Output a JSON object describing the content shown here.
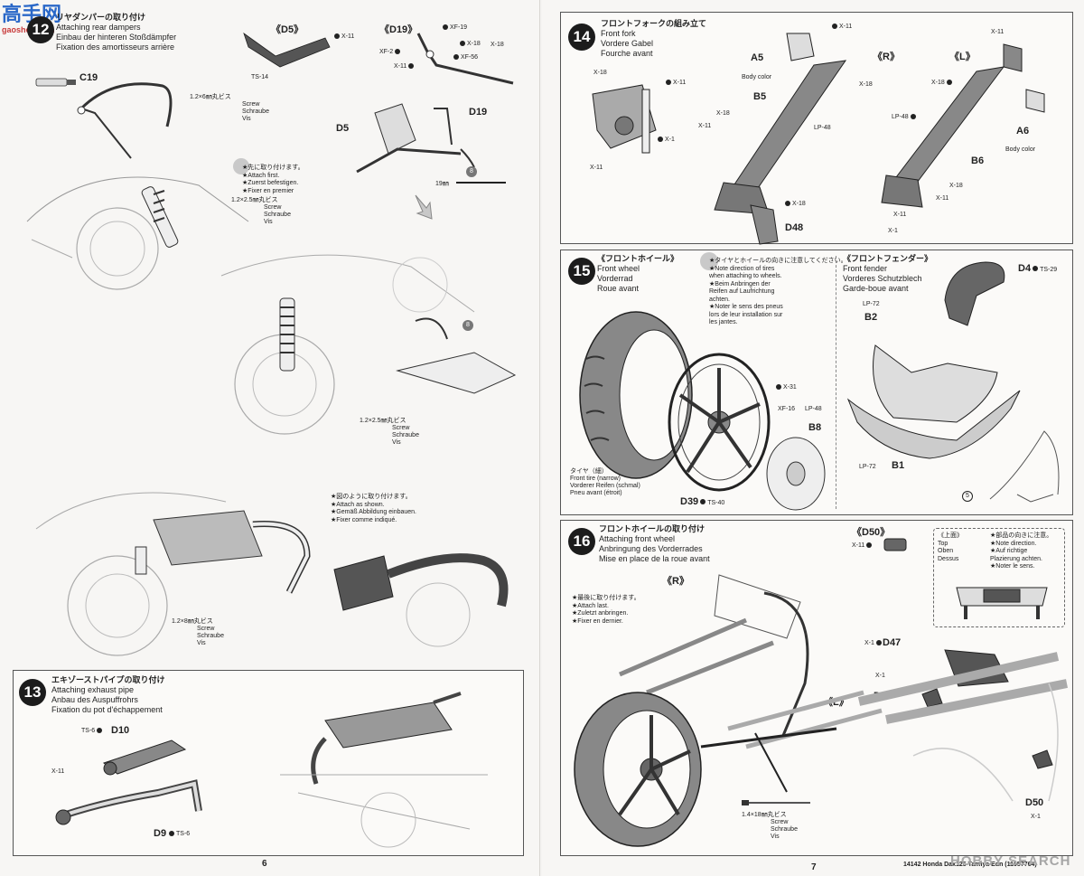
{
  "watermark_top": {
    "title": "高手网",
    "sub": "gaoshou.com"
  },
  "watermark_bottom": "HOBBY SEARCH",
  "left_page": {
    "number": "6",
    "step12": {
      "title_jp": "リヤダンパーの取り付け",
      "title_en": "Attaching rear dampers",
      "title_de": "Einbau der hinteren Stoßdämpfer",
      "title_fr": "Fixation des amortisseurs arrière",
      "parts": {
        "c19": "C19",
        "d5_group": "《D5》",
        "d19_group": "《D19》",
        "d5": "D5",
        "d19": "D19",
        "ts14": "TS-14",
        "x11": "X-11",
        "xf2": "XF-2",
        "xf19": "XF-19",
        "xf56": "XF-56",
        "x18": "X-18"
      },
      "screw1": {
        "jp": "1.2×6㎜丸ビス",
        "en": "Screw",
        "de": "Schraube",
        "fr": "Vis"
      },
      "screw2": {
        "jp": "1.2×2.5㎜丸ビス",
        "en": "Screw",
        "de": "Schraube",
        "fr": "Vis"
      },
      "screw3": {
        "jp": "1.2×2.5㎜丸ビス",
        "en": "Screw",
        "de": "Schraube",
        "fr": "Vis"
      },
      "screw4": {
        "jp": "1.2×8㎜丸ビス",
        "en": "Screw",
        "de": "Schraube",
        "fr": "Vis"
      },
      "note1": {
        "jp": "★先に取り付けます。",
        "en": "★Attach first.",
        "de": "★Zuerst befestigen.",
        "fr": "★Fixer en premier"
      },
      "note2": {
        "jp": "★図のように取り付けます。",
        "en": "★Attach as shown.",
        "de": "★Gemäß Abbildung einbauen.",
        "fr": "★Fixer comme indiqué."
      },
      "measure": "19㎜",
      "circle_8": "8"
    },
    "step13": {
      "number": "13",
      "title_jp": "エキゾーストパイプの取り付け",
      "title_en": "Attaching exhaust pipe",
      "title_de": "Anbau des Auspuffrohrs",
      "title_fr": "Fixation du pot d'échappement",
      "parts": {
        "ts6a": "TS-6",
        "d10": "D10",
        "x11": "X-11",
        "d9": "D9",
        "ts6b": "TS-6"
      }
    }
  },
  "right_page": {
    "number": "7",
    "footer": "14142  Honda Dax125 Tamiya Edn (11057764)",
    "step14": {
      "number": "14",
      "title_jp": "フロントフォークの組み立て",
      "title_en": "Front fork",
      "title_de": "Vordere Gabel",
      "title_fr": "Fourche avant",
      "parts": {
        "a5": "A5",
        "a5_note": "Body color",
        "b5": "B5",
        "lp48a": "LP-48",
        "r": "《R》",
        "l": "《L》",
        "a6": "A6",
        "a6_note": "Body color",
        "b6": "B6",
        "lp48b": "LP-48",
        "d48": "D48",
        "x1": "X-1",
        "x11": "X-11",
        "x18": "X-18"
      }
    },
    "step15": {
      "number": "15",
      "title_jp": "《フロントホイール》",
      "title_en": "Front wheel",
      "title_de": "Vorderrad",
      "title_fr": "Roue avant",
      "note": {
        "jp": "★タイヤとホイールの向きに注意してください。",
        "en1": "★Note direction of tires",
        "en2": "when attaching to wheels.",
        "de1": "★Beim Anbringen der",
        "de2": "Reifen auf Laufrichtung",
        "de3": "achten.",
        "fr1": "★Noter le sens des pneus",
        "fr2": "lors de leur installation sur",
        "fr3": "les jantes."
      },
      "tire": {
        "jp": "タイヤ（細）",
        "en": "Front tire (narrow)",
        "de": "Vorderer Reifen (schmal)",
        "fr": "Pneu avant (étroit)"
      },
      "parts": {
        "x31": "X-31",
        "xf16": "XF-16",
        "lp48": "LP-48",
        "b8": "B8",
        "d39": "D39",
        "ts40": "TS-40"
      }
    },
    "step15b": {
      "title_jp": "《フロントフェンダー》",
      "title_en": "Front fender",
      "title_de": "Vorderes Schutzblech",
      "title_fr": "Garde-boue avant",
      "parts": {
        "d4": "D4",
        "ts29": "TS-29",
        "lp72a": "LP-72",
        "b2": "B2",
        "lp72b": "LP-72",
        "b1": "B1",
        "circle5": "5"
      }
    },
    "step16": {
      "number": "16",
      "title_jp": "フロントホイールの取り付け",
      "title_en": "Attaching front wheel",
      "title_de": "Anbringung des Vorderrades",
      "title_fr": "Mise en place de la roue avant",
      "note": {
        "jp": "★最後に取り付けます。",
        "en": "★Attach last.",
        "de": "★Zuletzt anbringen.",
        "fr": "★Fixer en dernier."
      },
      "inset": {
        "jp": "《上面》",
        "en": "Top",
        "de": "Oben",
        "fr": "Dessus",
        "n_jp": "★部品の向きに注意。",
        "n_en": "★Note direction.",
        "n_de1": "★Auf richtige",
        "n_de2": "Plazierung achten.",
        "n_fr": "★Noter le sens."
      },
      "screw": {
        "jp": "1.4×18㎜丸ビス",
        "en": "Screw",
        "de": "Schraube",
        "fr": "Vis"
      },
      "parts": {
        "d50_group": "《D50》",
        "x11": "X-11",
        "r": "《R》",
        "l": "《L》",
        "x1a": "X-1",
        "d47": "D47",
        "x1b": "X-1",
        "d50a": "D50",
        "d50b": "D50",
        "x1c": "X-1"
      }
    }
  }
}
